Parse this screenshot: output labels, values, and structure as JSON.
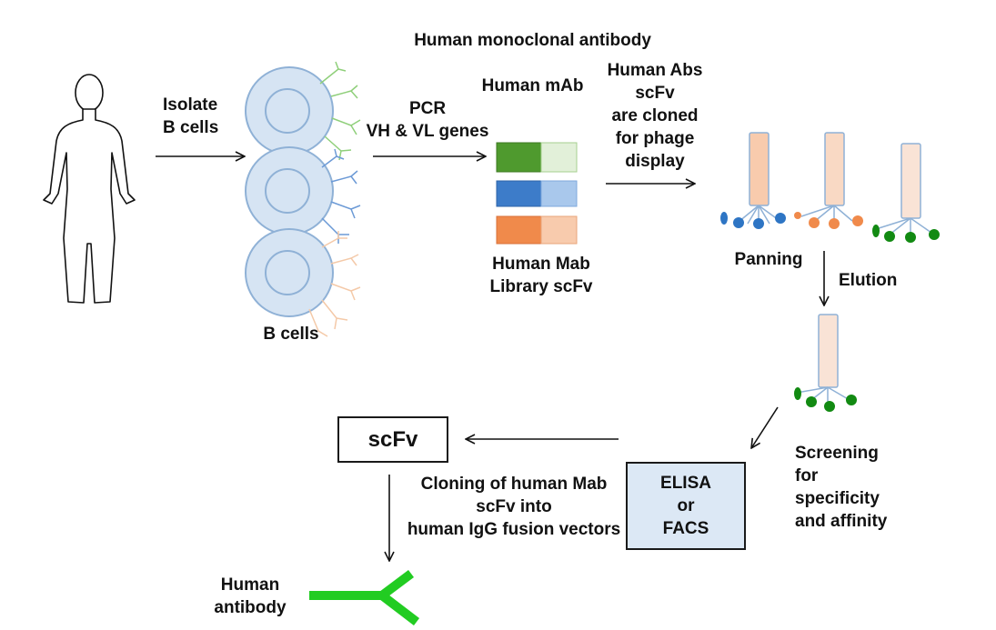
{
  "title_line1": "Human monoclonal antibody",
  "title_line2": "Human mAb",
  "isolate_label": "Isolate\nB cells",
  "b_cells_label": "B cells",
  "pcr_label": "PCR\nVH & VL genes",
  "library_label": "Human Mab\nLibrary scFv",
  "cloned_label": "Human Abs\nscFv\nare cloned\nfor phage\ndisplay",
  "panning_label": "Panning",
  "elution_label": "Elution",
  "screening_label": "Screening\nfor\nspecificity\nand affinity",
  "assay_box_label": "ELISA\nor\nFACS",
  "scfv_box_label": "scFv",
  "cloning_label": "Cloning of human Mab\nscFv into\nhuman IgG fusion vectors",
  "antibody_label": "Human\nantibody",
  "colors": {
    "green": "#4f9a2e",
    "green_light": "#e2f0d9",
    "blue": "#3d7cc9",
    "blue_light": "#a9c8ec",
    "orange": "#f08a4b",
    "orange_light": "#f8cbad",
    "cell_fill": "#d6e4f3",
    "cell_stroke": "#8fb1d6",
    "phage_body": "#f9d9c4",
    "phage_stroke": "#8fb1d6",
    "assay_box_fill": "#dce8f5",
    "antibody": "#22cc22",
    "dot_green": "#128a12"
  }
}
